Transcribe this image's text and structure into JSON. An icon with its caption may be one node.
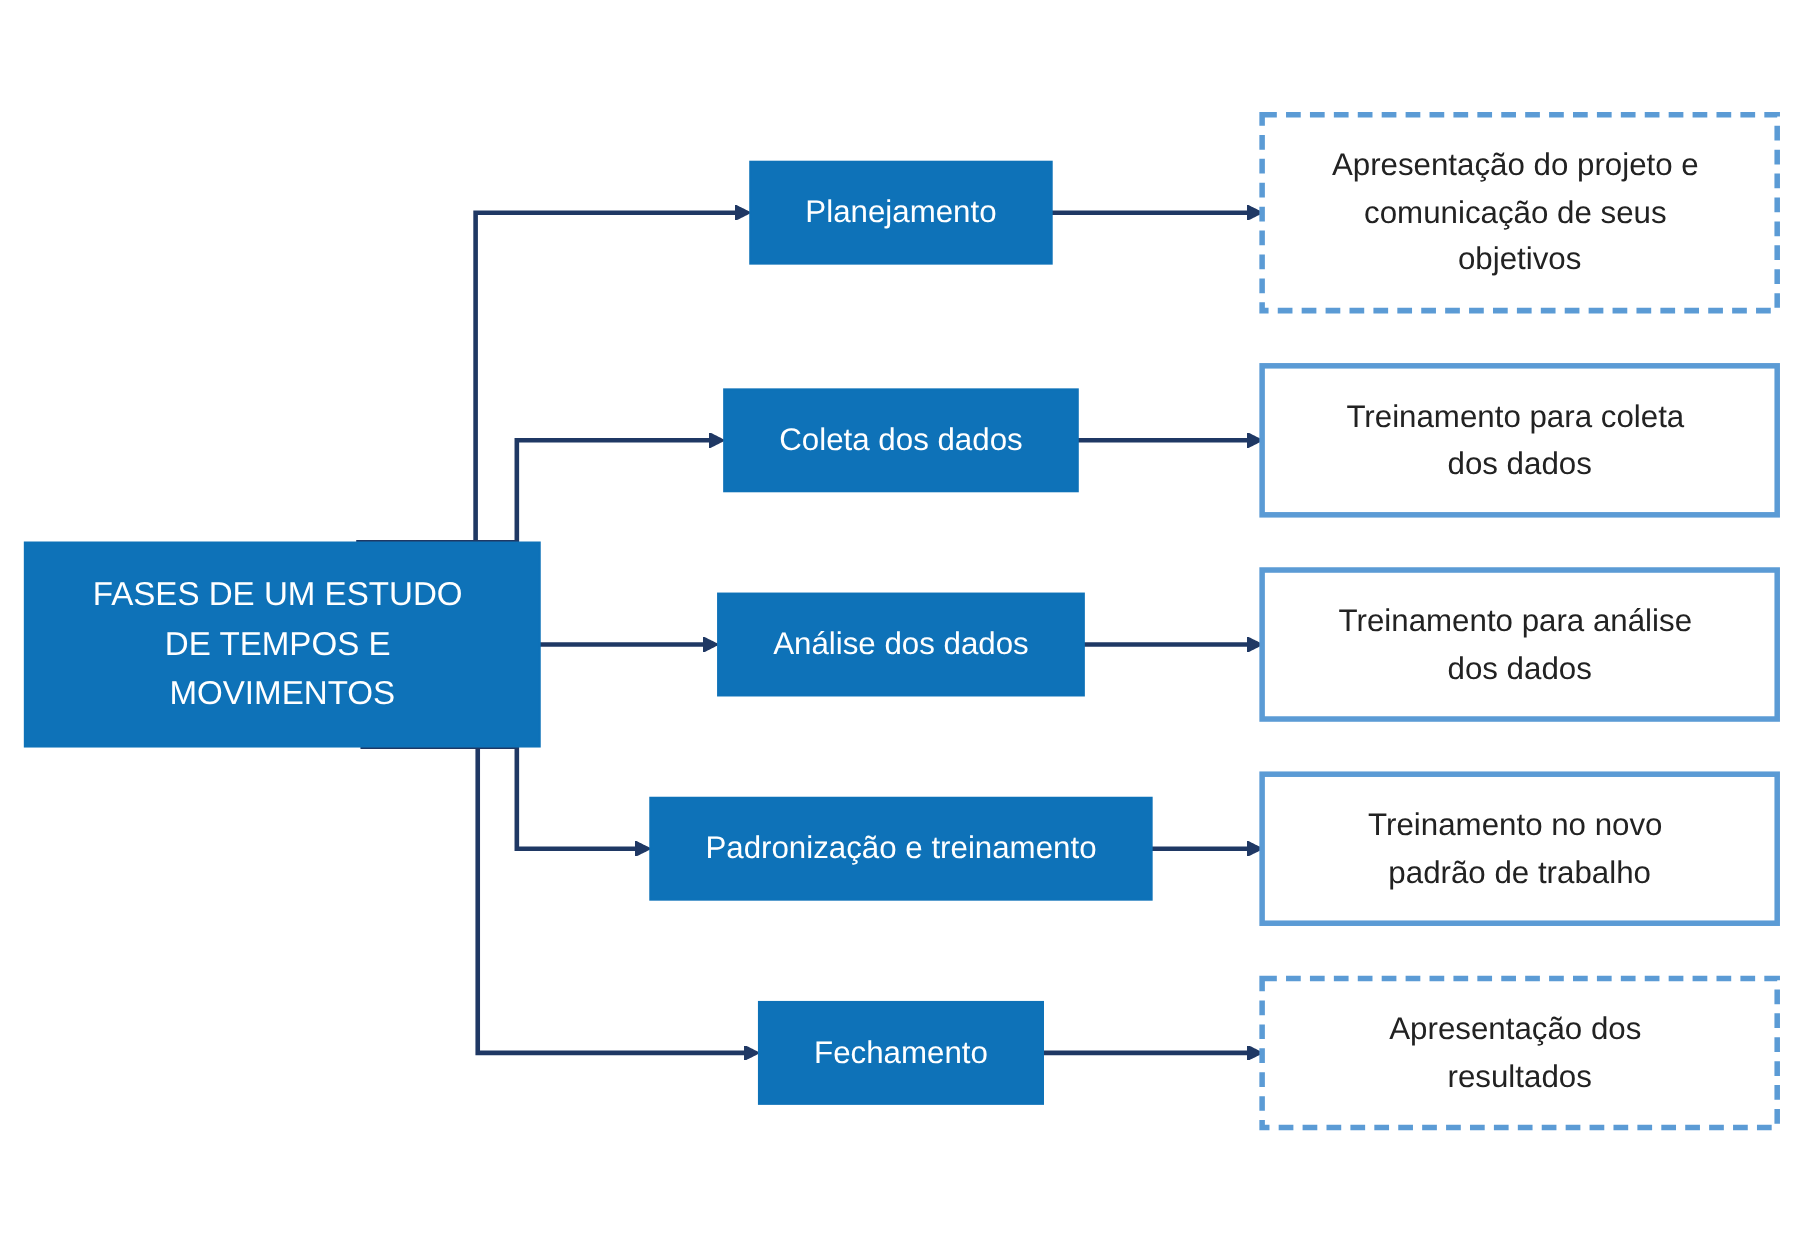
{
  "diagram": {
    "nodes": [
      {
        "text": [
          "FASES DE UM ESTUDO DE TEMPOS E MOVIMENTOS"
        ]
      },
      {
        "text": [
          "Planejamento"
        ]
      },
      {
        "text": [
          "Coleta dos dados"
        ]
      },
      {
        "text": [
          "Análise dos dados"
        ]
      },
      {
        "text": [
          "Padronização e treinamento"
        ]
      },
      {
        "text": [
          "Fechamento"
        ]
      },
      {
        "text": [
          "Apresentação do projeto e comunicação de seus objetivos"
        ]
      },
      {
        "text": [
          "Treinamento para coleta dos dados"
        ]
      },
      {
        "text": [
          "Treinamento para análise dos dados"
        ]
      },
      {
        "text": [
          "Treinamento no novo padrão de trabalho"
        ]
      },
      {
        "text": [
          "Apresentação dos resultados"
        ]
      }
    ],
    "edges": [
      {
        "from": 0,
        "to": 1,
        "arrow": "to"
      },
      {
        "from": 0,
        "to": 2,
        "arrow": "to"
      },
      {
        "from": 0,
        "to": 3,
        "arrow": "to"
      },
      {
        "from": 0,
        "to": 4,
        "arrow": "to"
      },
      {
        "from": 0,
        "to": 5,
        "arrow": "to"
      },
      {
        "from": 1,
        "to": 6,
        "arrow": "to"
      },
      {
        "from": 2,
        "to": 7,
        "arrow": "to"
      },
      {
        "from": 3,
        "to": 8,
        "arrow": "to"
      },
      {
        "from": 4,
        "to": 9,
        "arrow": "to"
      },
      {
        "from": 5,
        "to": 10,
        "arrow": "to"
      }
    ]
  }
}
